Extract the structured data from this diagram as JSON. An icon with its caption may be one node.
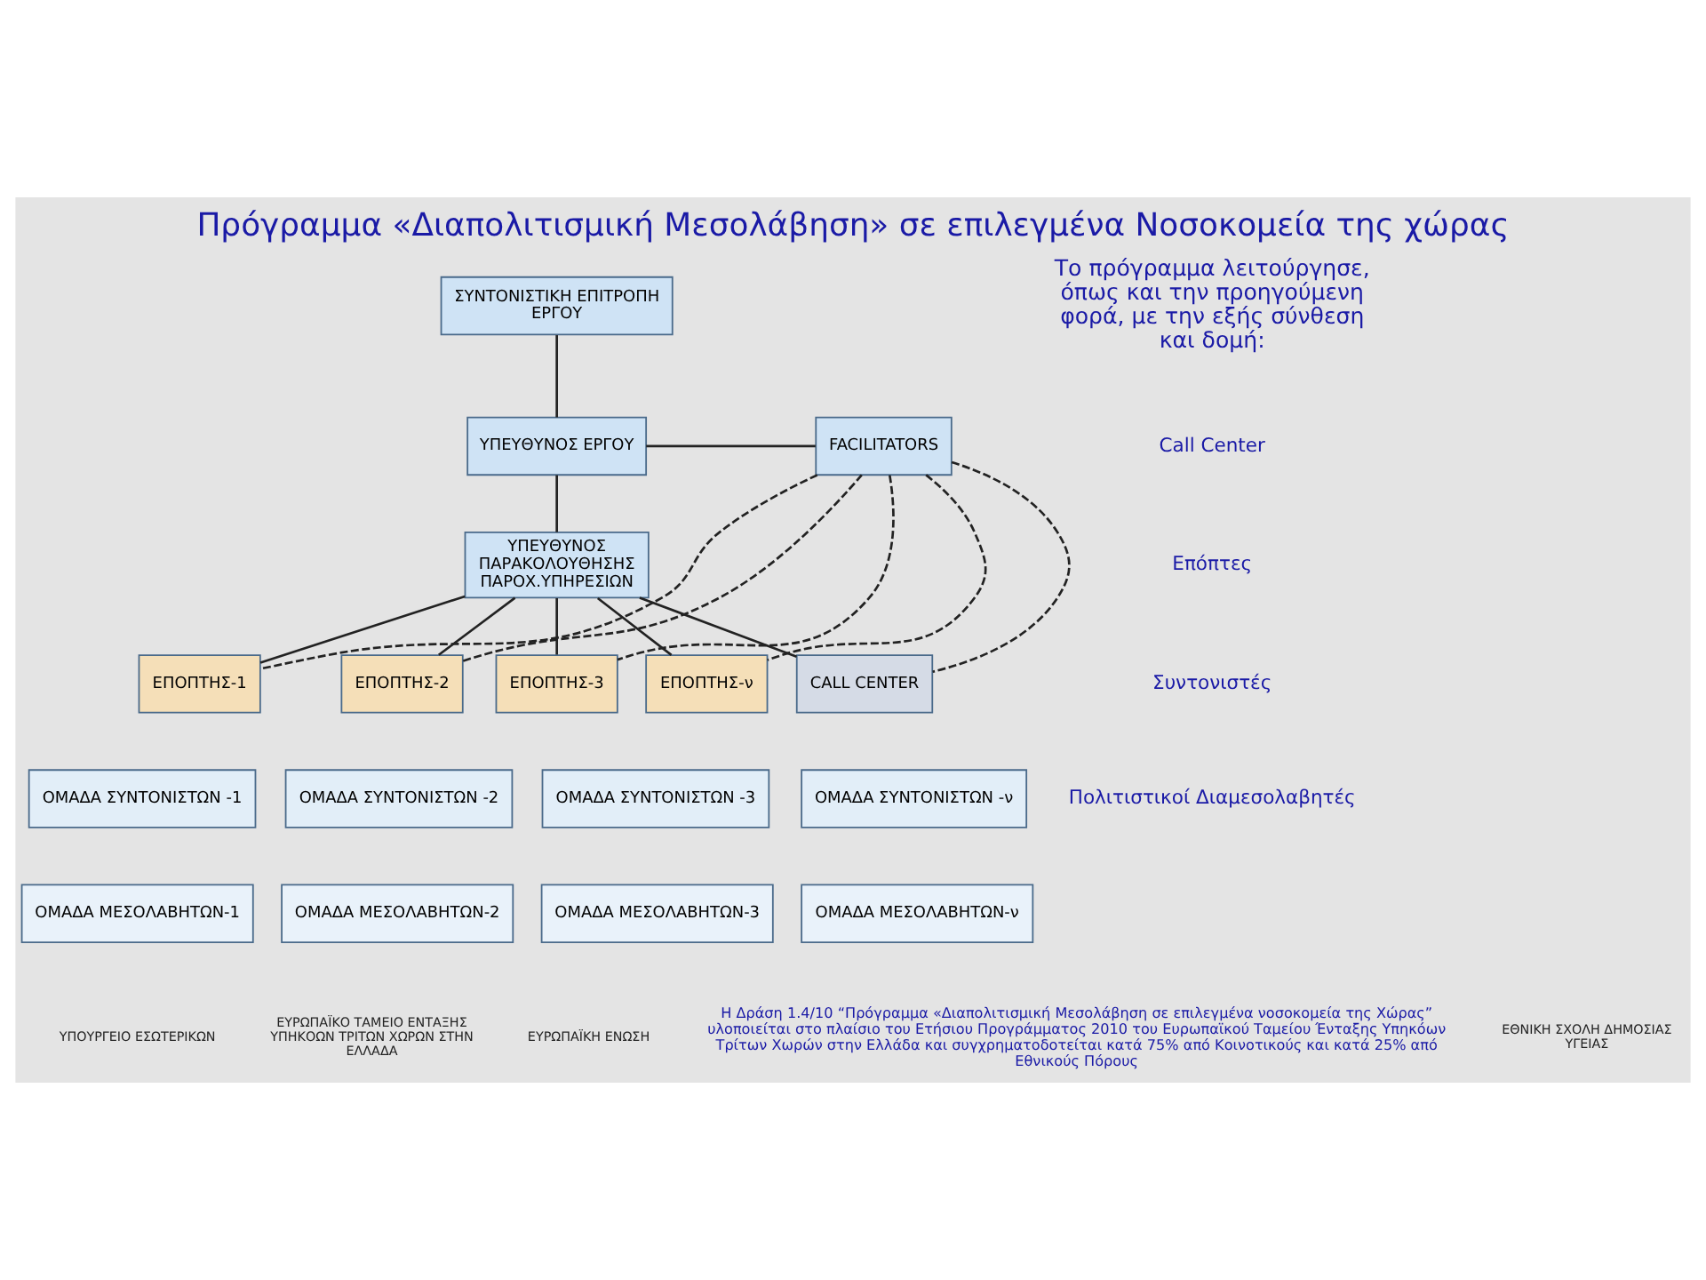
{
  "diagram": {
    "title": "Πρόγραμμα «Διαπολιτισμική Μεσολάβηση» σε επιλεγμένα Νοσοκομεία της χώρας",
    "nodes": [
      {
        "text": [
          "ΣΥΝΤΟΝΙΣΤΙΚΗ ΕΠΙΤΡΟΠΗ ΕΡΓΟΥ"
        ]
      },
      {
        "text": [
          "ΥΠΕΥΘΥΝΟΣ ΕΡΓΟΥ"
        ]
      },
      {
        "text": [
          "FACILITATORS"
        ]
      },
      {
        "text": [
          "ΥΠΕΥΘΥΝΟΣ ΠΑΡΑΚΟΛΟΥΘΗΣΗΣ ΠΑΡΟΧ.ΥΠΗΡΕΣΙΩΝ"
        ]
      },
      {
        "text": [
          "ΕΠΟΠΤΗΣ-1"
        ]
      },
      {
        "text": [
          "ΕΠΟΠΤΗΣ-2"
        ]
      },
      {
        "text": [
          "ΕΠΟΠΤΗΣ-3"
        ]
      },
      {
        "text": [
          "ΕΠΟΠΤΗΣ-ν"
        ]
      },
      {
        "text": [
          "CALL CENTER"
        ]
      },
      {
        "text": [
          "ΟΜΑΔΑ ΣΥΝΤΟΝΙΣΤΩΝ -1"
        ]
      },
      {
        "text": [
          "ΟΜΑΔΑ ΣΥΝΤΟΝΙΣΤΩΝ -2"
        ]
      },
      {
        "text": [
          "ΟΜΑΔΑ ΣΥΝΤΟΝΙΣΤΩΝ -3"
        ]
      },
      {
        "text": [
          "ΟΜΑΔΑ ΣΥΝΤΟΝΙΣΤΩΝ -ν"
        ]
      },
      {
        "text": [
          "ΟΜΑΔΑ ΜΕΣΟΛΑΒΗΤΩΝ-1"
        ]
      },
      {
        "text": [
          "ΟΜΑΔΑ ΜΕΣΟΛΑΒΗΤΩΝ-2"
        ]
      },
      {
        "text": [
          "ΟΜΑΔΑ ΜΕΣΟΛΑΒΗΤΩΝ-3"
        ]
      },
      {
        "text": [
          "ΟΜΑΔΑ ΜΕΣΟΛΑΒΗΤΩΝ-ν"
        ]
      }
    ],
    "edges": [
      {
        "from": 0,
        "to": 1,
        "arrow": "none"
      },
      {
        "from": 1,
        "to": 3,
        "arrow": "none"
      },
      {
        "from": 2,
        "to": 1,
        "arrow": "none"
      },
      {
        "from": 3,
        "to": 4,
        "arrow": "none"
      },
      {
        "from": 3,
        "to": 5,
        "arrow": "none"
      },
      {
        "from": 3,
        "to": 6,
        "arrow": "none"
      },
      {
        "from": 3,
        "to": 7,
        "arrow": "none"
      },
      {
        "from": 3,
        "to": 8,
        "arrow": "none"
      },
      {
        "from": 2,
        "to": 4,
        "arrow": "none",
        "style": "dashed"
      },
      {
        "from": 2,
        "to": 5,
        "arrow": "none",
        "style": "dashed"
      },
      {
        "from": 2,
        "to": 6,
        "arrow": "none",
        "style": "dashed"
      },
      {
        "from": 2,
        "to": 7,
        "arrow": "none",
        "style": "dashed"
      },
      {
        "from": 2,
        "to": 8,
        "arrow": "none",
        "style": "dashed"
      }
    ],
    "labels": [
      "Το πρόγραμμα λειτούργησε, όπως και την προηγούμενη φορά, με την εξής σύνθεση και δομή:",
      "Call Center",
      "Επόπτες",
      "Συντονιστές",
      "Πολιτιστικοί Διαμεσολαβητές",
      "ΥΠΟΥΡΓΕΙΟ ΕΣΩΤΕΡΙΚΩΝ",
      "ΕΥΡΩΠΑΪΚΟ ΤΑΜΕΙΟ ΕΝΤΑΞΗΣ ΥΠΗΚΟΩΝ ΤΡΙΤΩΝ ΧΩΡΩΝ ΣΤΗΝ ΕΛΛΑΔΑ",
      "ΕΥΡΩΠΑΪΚΗ ΕΝΩΣΗ",
      "Η Δράση 1.4/10 “Πρόγραμμα «Διαπολιτισμική Μεσολάβηση σε επιλεγμένα νοσοκομεία της Χώρας” υλοποιείται στο πλαίσιο του Ετήσιου Προγράμματος 2010 του Ευρωπαϊκού Ταμείου Ένταξης Υπηκόων Τρίτων Χωρών στην Ελλάδα και συγχρηματοδοτείται κατά 75% από Κοινοτικούς και κατά 25% από Εθνικούς Πόρους",
      "ΕΘΝΙΚΗ ΣΧΟΛΗ ΔΗΜΟΣΙΑΣ ΥΓΕΙΑΣ"
    ]
  }
}
